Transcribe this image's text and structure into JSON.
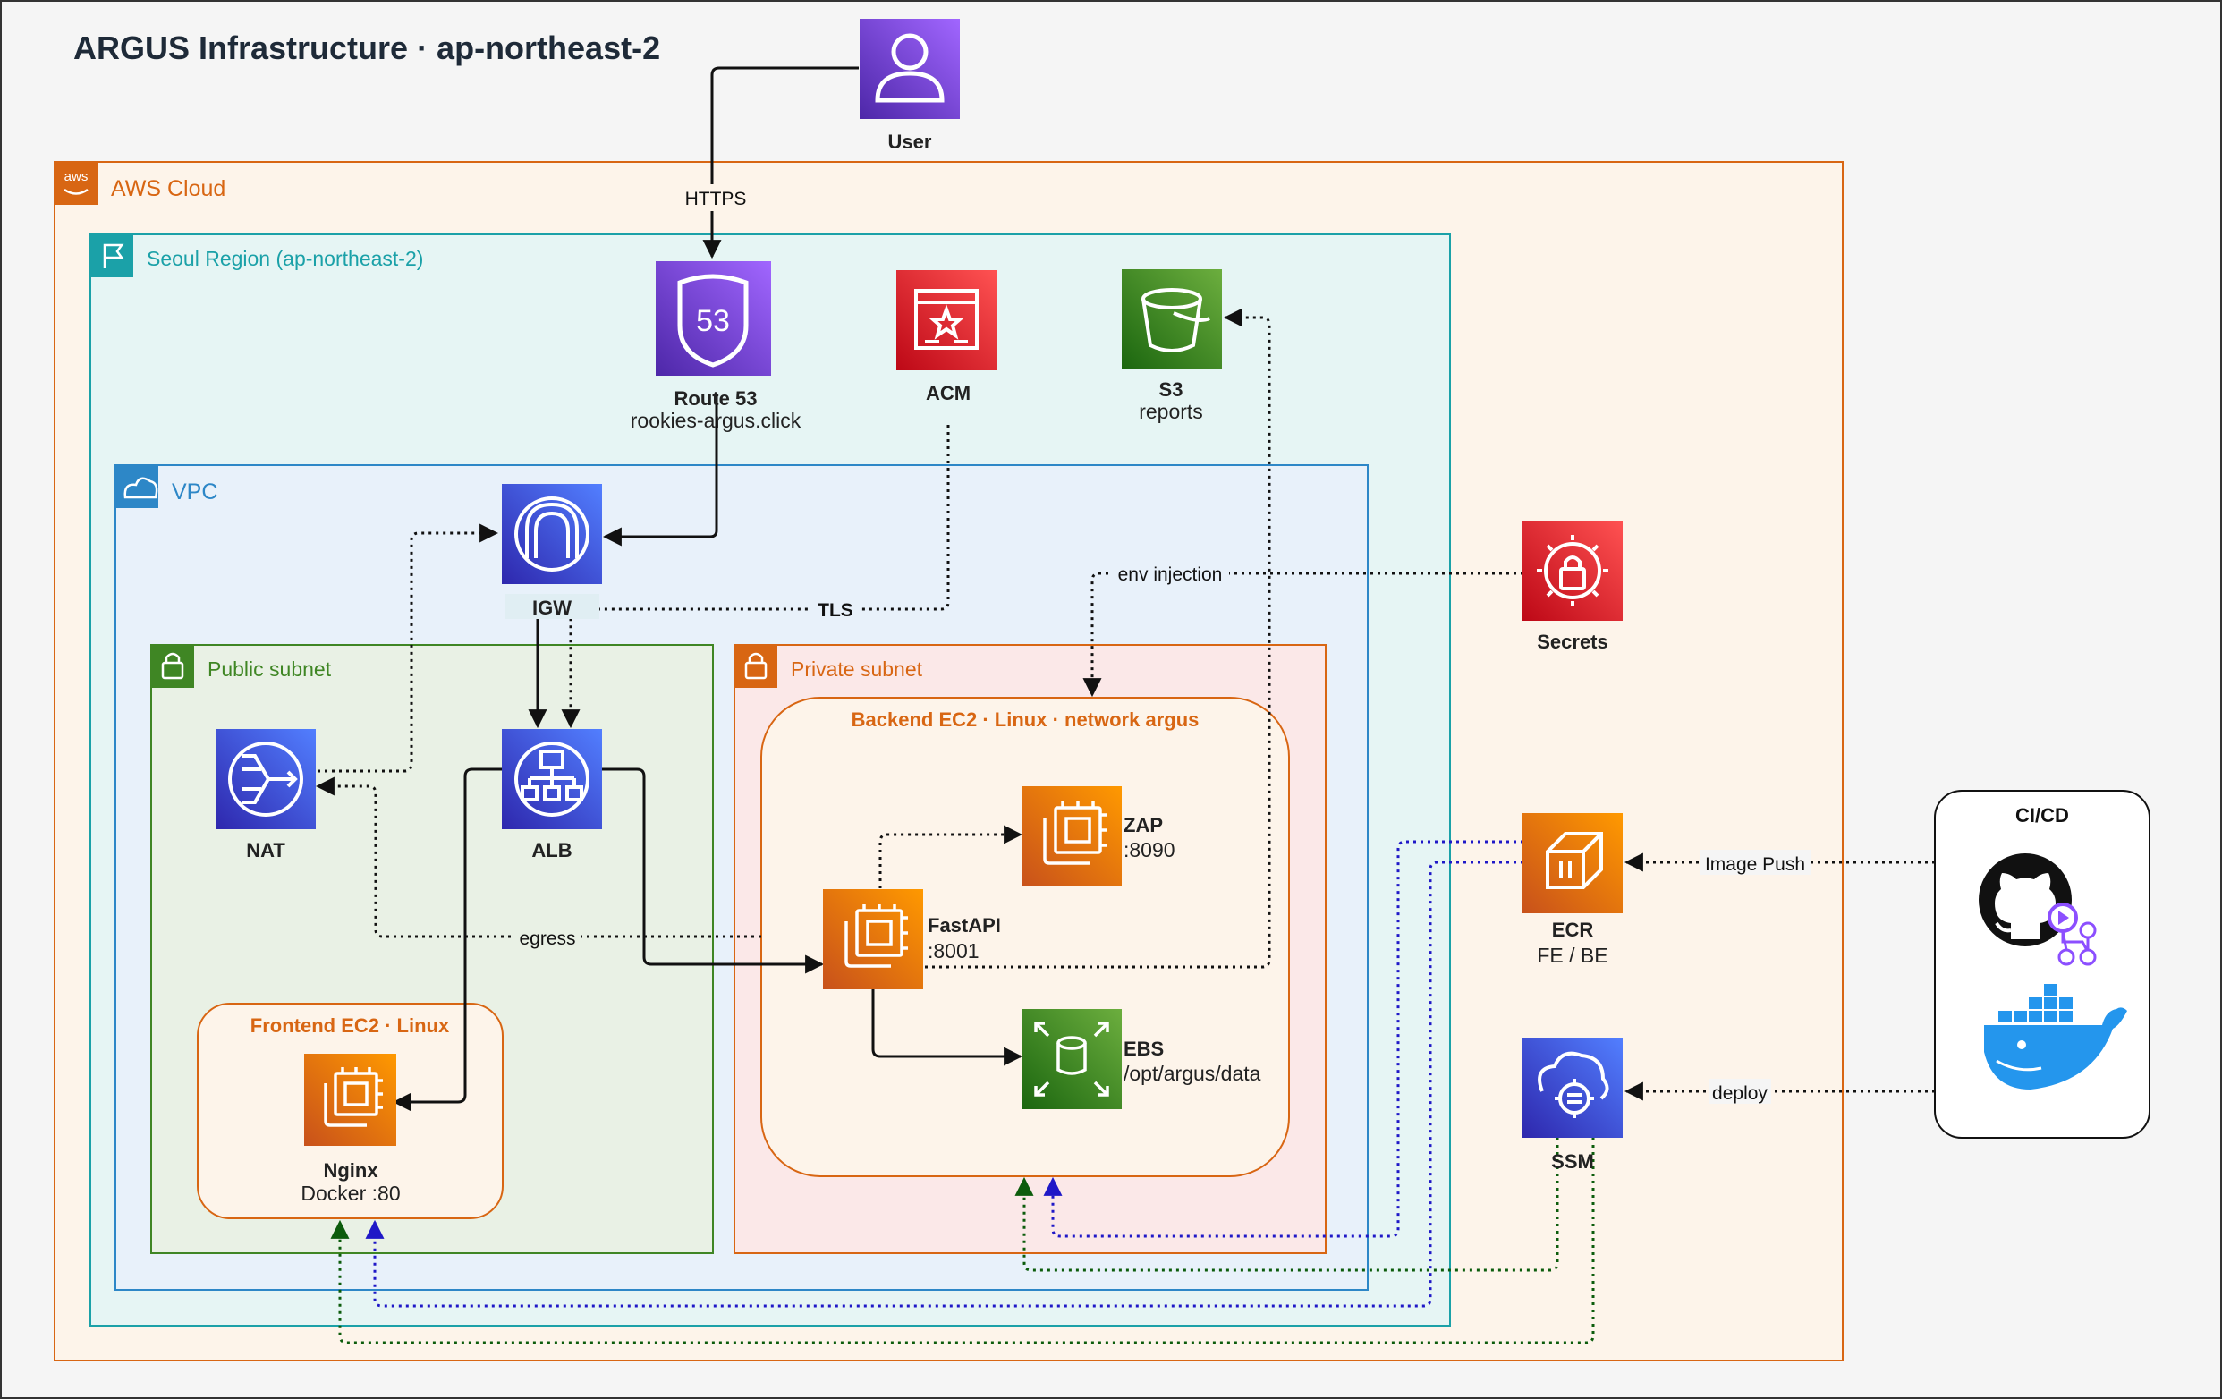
{
  "title": "ARGUS Infrastructure · ap-northeast-2",
  "groups": {
    "aws_cloud": "AWS Cloud",
    "aws_badge": "aws",
    "region": "Seoul Region (ap-northeast-2)",
    "vpc": "VPC",
    "public_subnet": "Public subnet",
    "private_subnet": "Private subnet",
    "backend_ec2": "Backend EC2 · Linux · network argus",
    "frontend_ec2": "Frontend EC2 · Linux",
    "cicd": "CI/CD"
  },
  "nodes": {
    "user": {
      "name": "User"
    },
    "route53": {
      "name": "Route 53",
      "sub": "rookies-argus.click",
      "glyph": "53"
    },
    "acm": {
      "name": "ACM"
    },
    "s3": {
      "name": "S3",
      "sub": "reports"
    },
    "igw": {
      "name": "IGW"
    },
    "secrets": {
      "name": "Secrets"
    },
    "nat": {
      "name": "NAT"
    },
    "alb": {
      "name": "ALB"
    },
    "zap": {
      "name": "ZAP",
      "sub": ":8090"
    },
    "fastapi": {
      "name": "FastAPI",
      "sub": ":8001"
    },
    "ebs": {
      "name": "EBS",
      "sub": "/opt/argus/data"
    },
    "nginx": {
      "name": "Nginx",
      "sub": "Docker :80"
    },
    "ecr": {
      "name": "ECR",
      "sub": "FE / BE"
    },
    "ssm": {
      "name": "SSM"
    }
  },
  "edges": {
    "https": "HTTPS",
    "tls": "TLS",
    "env_injection": "env injection",
    "egress": "egress",
    "image_push": "Image Push",
    "deploy": "deploy"
  },
  "icons": {
    "user": "user-icon",
    "route53": "route53-icon",
    "acm": "certificate-icon",
    "s3": "bucket-icon",
    "igw": "internet-gateway-icon",
    "secrets": "secrets-manager-icon",
    "nat": "nat-gateway-icon",
    "alb": "load-balancer-icon",
    "ec2": "ec2-chip-icon",
    "ebs": "ebs-volume-icon",
    "ecr": "ecr-icon",
    "ssm": "ssm-icon",
    "github": "github-icon",
    "docker": "docker-icon"
  },
  "colors": {
    "purple": "#8c4fff",
    "red": "#dd344c",
    "green": "#3f8624",
    "orange": "#ed7100",
    "blue": "#2e6fd9",
    "pink": "#e7157b",
    "aws_cloud_border": "#d86613",
    "region_border": "#1ba1a8",
    "vpc_border": "#2d87c7",
    "public_border": "#3f8624",
    "private_border": "#d86613"
  }
}
